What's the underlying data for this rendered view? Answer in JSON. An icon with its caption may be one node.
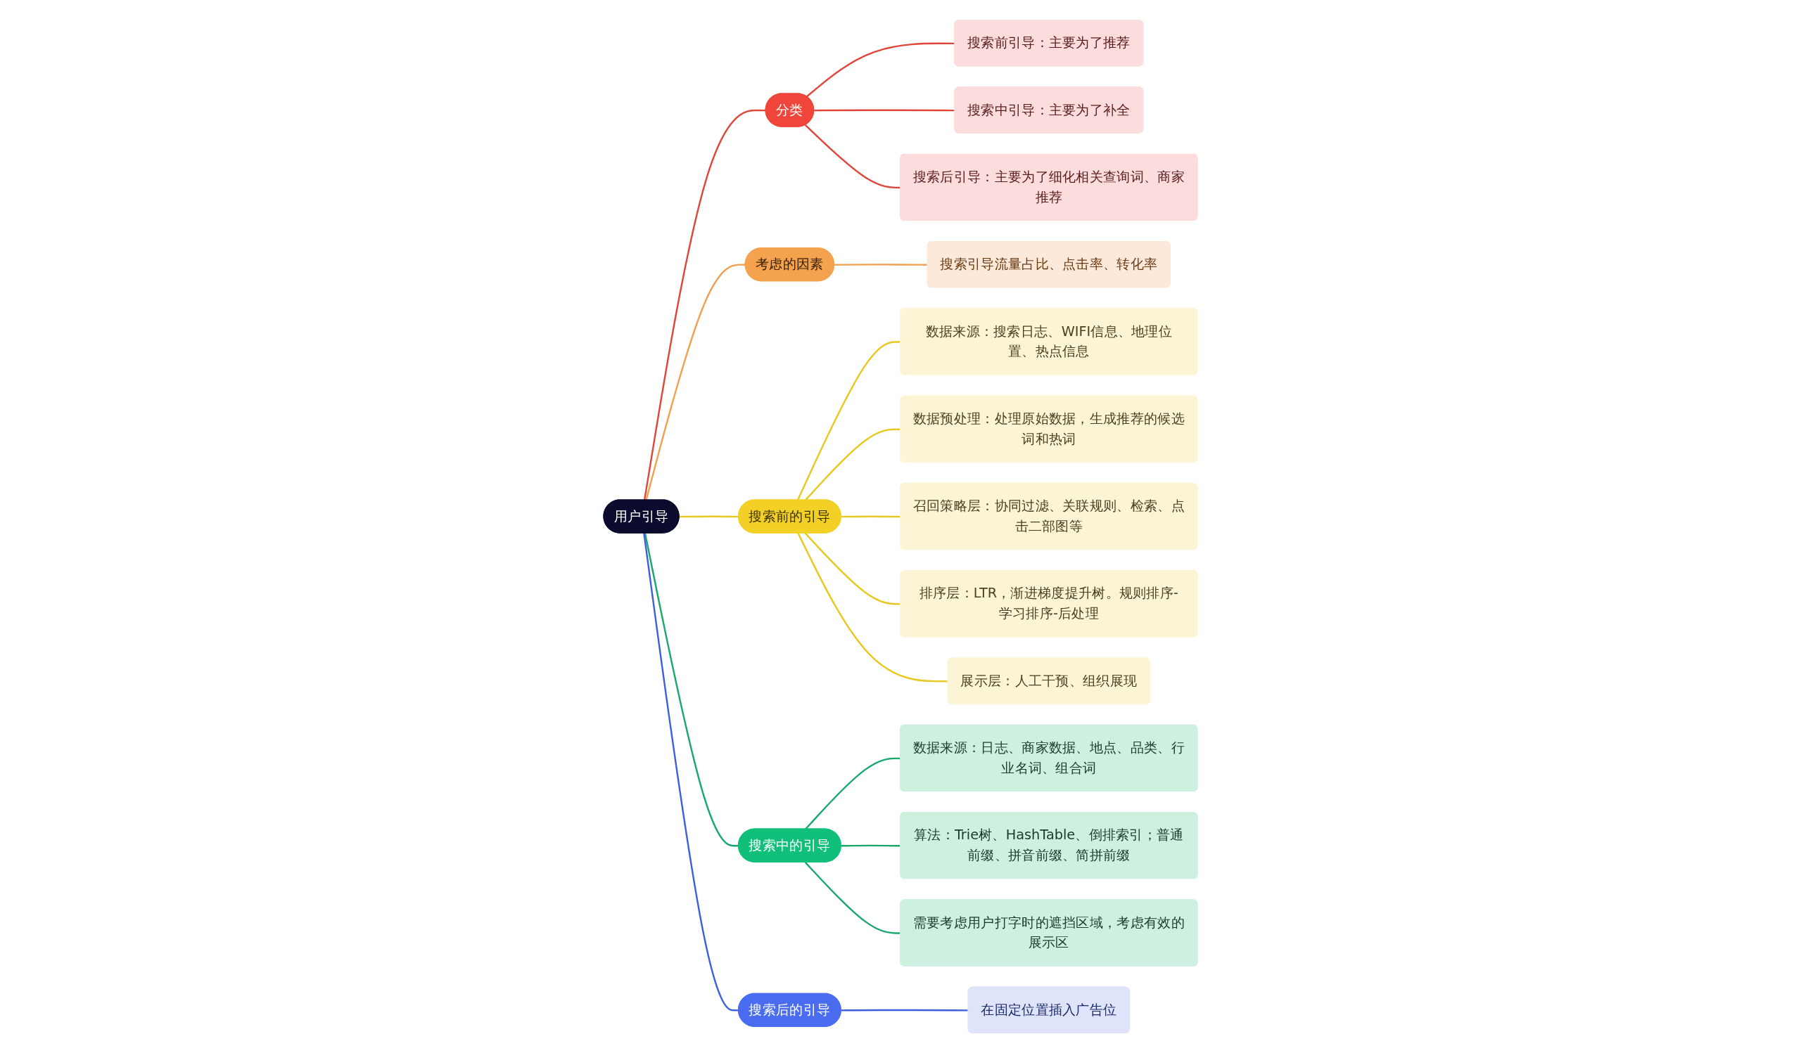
{
  "diagram": {
    "nodes": [
      {
        "text": [
          "用户引导"
        ]
      },
      {
        "text": [
          "分类"
        ]
      },
      {
        "text": [
          "搜索前引导：主要为了推荐"
        ]
      },
      {
        "text": [
          "搜索中引导：主要为了补全"
        ]
      },
      {
        "text": [
          "搜索后引导：主要为了细化相关查询词、商家推荐"
        ]
      },
      {
        "text": [
          "考虑的因素"
        ]
      },
      {
        "text": [
          "搜索引导流量占比、点击率、转化率"
        ]
      },
      {
        "text": [
          "搜索前的引导"
        ]
      },
      {
        "text": [
          "数据来源：搜索日志、WIFI信息、地理位置、热点信息"
        ]
      },
      {
        "text": [
          "数据预处理：处理原始数据，生成推荐的候选词和热词"
        ]
      },
      {
        "text": [
          "召回策略层：协同过滤、关联规则、检索、点击二部图等"
        ]
      },
      {
        "text": [
          "排序层：LTR，渐进梯度提升树。规则排序-学习排序-后处理"
        ]
      },
      {
        "text": [
          "展示层：人工干预、组织展现"
        ]
      },
      {
        "text": [
          "搜索中的引导"
        ]
      },
      {
        "text": [
          "数据来源：日志、商家数据、地点、品类、行业名词、组合词"
        ]
      },
      {
        "text": [
          "算法：Trie树、HashTable、倒排索引；普通前缀、拼音前缀、简拼前缀"
        ]
      },
      {
        "text": [
          "需要考虑用户打字时的遮挡区域，考虑有效的展示区"
        ]
      },
      {
        "text": [
          "搜索后的引导"
        ]
      },
      {
        "text": [
          "在固定位置插入广告位"
        ]
      }
    ],
    "edges": [
      {
        "from": 0,
        "to": 1,
        "arrow": "none",
        "color": "#e0453a"
      },
      {
        "from": 1,
        "to": 2,
        "arrow": "none",
        "color": "#e0453a"
      },
      {
        "from": 1,
        "to": 3,
        "arrow": "none",
        "color": "#e0453a"
      },
      {
        "from": 1,
        "to": 4,
        "arrow": "none",
        "color": "#e0453a"
      },
      {
        "from": 0,
        "to": 5,
        "arrow": "none",
        "color": "#f0a050"
      },
      {
        "from": 5,
        "to": 6,
        "arrow": "none",
        "color": "#f0a050"
      },
      {
        "from": 0,
        "to": 7,
        "arrow": "none"
      },
      {
        "from": 7,
        "to": 8,
        "arrow": "none"
      },
      {
        "from": 7,
        "to": 9,
        "arrow": "none"
      },
      {
        "from": 7,
        "to": 10,
        "arrow": "none"
      },
      {
        "from": 7,
        "to": 11,
        "arrow": "none"
      },
      {
        "from": 7,
        "to": 12,
        "arrow": "none"
      },
      {
        "from": 0,
        "to": 13,
        "arrow": "none",
        "color": "#18a86c"
      },
      {
        "from": 13,
        "to": 14,
        "arrow": "none",
        "color": "#18a86c"
      },
      {
        "from": 13,
        "to": 15,
        "arrow": "none",
        "color": "#18a86c"
      },
      {
        "from": 13,
        "to": 16,
        "arrow": "none",
        "color": "#18a86c"
      },
      {
        "from": 0,
        "to": 17,
        "arrow": "none",
        "color": "#3d5ee0"
      },
      {
        "from": 17,
        "to": 18,
        "arrow": "none",
        "color": "#3d5ee0"
      }
    ]
  }
}
